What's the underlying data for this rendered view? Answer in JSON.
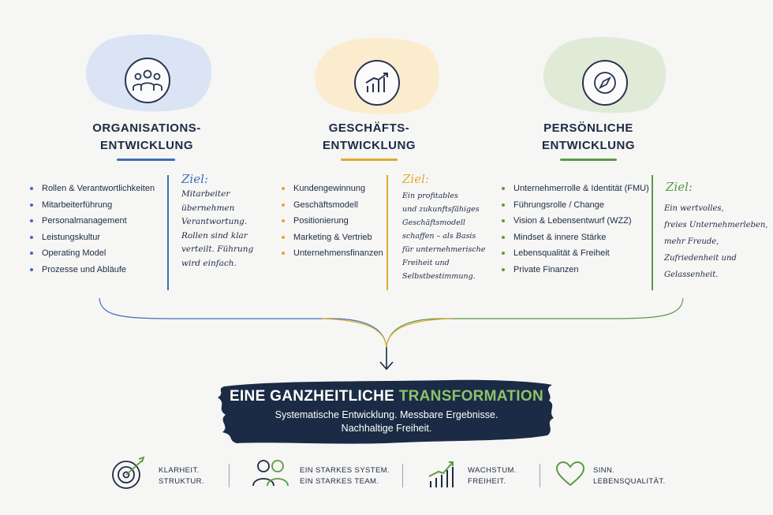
{
  "columns": [
    {
      "title_line1": "ORGANISATIONS-",
      "title_line2": "ENTWICKLUNG",
      "icon": "people-group-icon",
      "accent": "#3f6fb6",
      "items": [
        "Rollen & Verantwortlichkeiten",
        "Mitarbeiterführung",
        "Personalmanagement",
        "Leistungskultur",
        "Operating Model",
        "Prozesse und Abläufe"
      ],
      "goal_label": "Ziel:",
      "goal_lines": [
        "Mitarbeiter",
        "übernehmen",
        "Verantwortung.",
        "Rollen sind klar",
        "verteilt. Führung",
        "wird einfach."
      ]
    },
    {
      "title_line1": "GESCHÄFTS-",
      "title_line2": "ENTWICKLUNG",
      "icon": "growth-chart-icon",
      "accent": "#e0a92e",
      "items": [
        "Kundengewinnung",
        "Geschäftsmodell",
        "Positionierung",
        "Marketing & Vertrieb",
        "Unternehmensfinanzen"
      ],
      "goal_label": "Ziel:",
      "goal_lines": [
        "Ein profitables",
        "und zukunftsfähiges",
        "Geschäftsmodell",
        "schaffen – als Basis",
        "für unternehmerische",
        "Freiheit und",
        "Selbstbestimmung."
      ]
    },
    {
      "title_line1": "PERSÖNLICHE",
      "title_line2": "ENTWICKLUNG",
      "icon": "compass-icon",
      "accent": "#5b9a45",
      "items": [
        "Unternehmerrolle & Identität (FMU)",
        "Führungsrolle / Change",
        "Vision & Lebensentwurf (WZZ)",
        "Mindset & innere Stärke",
        "Lebensqualität & Freiheit",
        "Private Finanzen"
      ],
      "goal_label": "Ziel:",
      "goal_lines": [
        "Ein wertvolles,",
        "freies Unternehmerleben,",
        "mehr Freude,",
        "Zufriedenheit und",
        "Gelassenheit."
      ]
    }
  ],
  "banner": {
    "title_main": "EINE GANZHEITLICHE ",
    "title_accent": "TRANSFORMATION",
    "subtitle_line1": "Systematische Entwicklung. Messbare Ergebnisse.",
    "subtitle_line2": "Nachhaltige Freiheit.",
    "background": "#1b2b45",
    "accent": "#8cc26a"
  },
  "footer": [
    {
      "icon": "target-arrow-icon",
      "line1": "KLARHEIT.",
      "line2": "STRUKTUR."
    },
    {
      "icon": "two-people-icon",
      "line1": "EIN STARKES SYSTEM.",
      "line2": "EIN STARKES TEAM."
    },
    {
      "icon": "growth-bars-icon",
      "line1": "WACHSTUM.",
      "line2": "FREIHEIT."
    },
    {
      "icon": "heart-icon",
      "line1": "SINN.",
      "line2": "LEBENSQUALITÄT."
    }
  ]
}
